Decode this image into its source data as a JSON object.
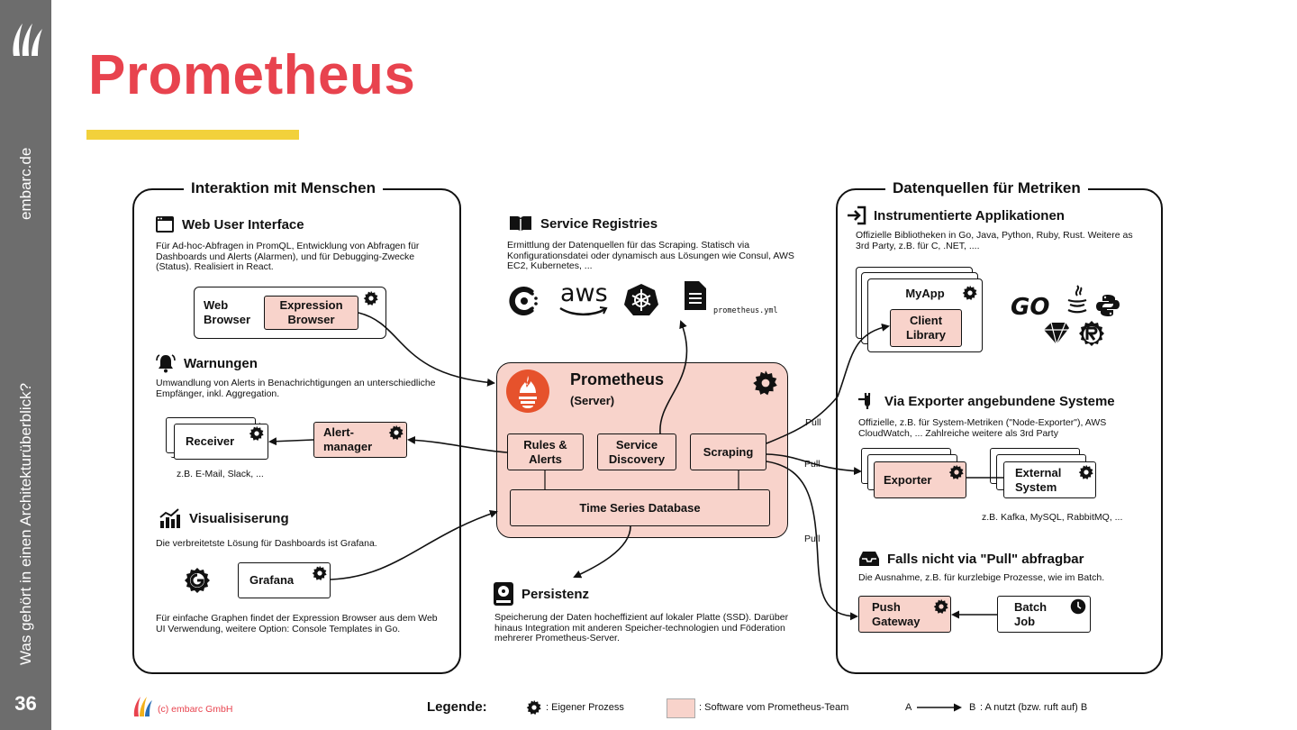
{
  "sidebar": {
    "site": "embarc.de",
    "chapter": "Was gehört in einen Architekturüberblick?",
    "page_number": "36"
  },
  "title": "Prometheus",
  "left_panel": {
    "title": "Interaktion mit Menschen",
    "web_ui": {
      "heading": "Web User Interface",
      "text": "Für Ad-hoc-Abfragen in PromQL, Entwicklung von Abfragen für Dashboards und Alerts (Alarmen), und für Debugging-Zwecke (Status). Realisiert in React.",
      "web_browser": "Web Browser",
      "expression_browser": "Expression Browser"
    },
    "warnings": {
      "heading": "Warnungen",
      "text": "Umwandlung von Alerts in Benachrichtigungen an unterschiedliche Empfänger, inkl. Aggregation.",
      "receiver": "Receiver",
      "alertmanager": "Alert-manager",
      "examples": "z.B. E-Mail, Slack, ..."
    },
    "visualization": {
      "heading": "Visualisiserung",
      "text": "Die verbreitetste Lösung für Dashboards ist Grafana.",
      "grafana": "Grafana",
      "footnote": "Für einfache Graphen findet der Expression Browser aus dem Web UI Verwendung, weitere Option: Console Templates in Go."
    }
  },
  "middle": {
    "registries": {
      "heading": "Service Registries",
      "text": "Ermittlung der Datenquellen für das Scraping. Statisch via Konfigurationsdatei oder dynamisch aus Lösungen wie Consul, AWS EC2, Kubernetes, ...",
      "aws": "aws",
      "config_file": "prometheus.yml"
    },
    "server": {
      "name": "Prometheus",
      "subtitle": "(Server)",
      "rules": "Rules & Alerts",
      "discovery": "Service Discovery",
      "scraping": "Scraping",
      "tsdb": "Time Series Database"
    },
    "persistence": {
      "heading": "Persistenz",
      "text": "Speicherung der Daten hocheffizient auf lokaler Platte (SSD). Darüber hinaus Integration mit anderen Speicher-technologien und Föderation mehrerer Prometheus-Server."
    },
    "pull_labels": [
      "Pull",
      "Pull",
      "Pull"
    ]
  },
  "right_panel": {
    "title": "Datenquellen für Metriken",
    "instrumented": {
      "heading": "Instrumentierte Applikationen",
      "text": "Offizielle Bibliotheken in Go, Java, Python, Ruby, Rust. Weitere as 3rd Party, z.B. für C, .NET, ....",
      "myapp": "MyApp",
      "client_library": "Client Library",
      "go_logo": "GO"
    },
    "exporter": {
      "heading": "Via Exporter angebundene Systeme",
      "text": "Offizielle, z.B. für System-Metriken (\"Node-Exporter\"), AWS CloudWatch, ... Zahlreiche weitere als 3rd Party",
      "exporter": "Exporter",
      "external": "External System",
      "examples": "z.B. Kafka, MySQL, RabbitMQ, ..."
    },
    "push": {
      "heading": "Falls nicht via \"Pull\" abfragbar",
      "text": "Die Ausnahme, z.B. für kurzlebige Prozesse, wie im Batch.",
      "push_gateway": "Push Gateway",
      "batch_job": "Batch Job"
    }
  },
  "footer": {
    "company": "(c) embarc GmbH",
    "legend_label": "Legende:",
    "own_process": ": Eigener Prozess",
    "team_software": ": Software vom Prometheus-Team",
    "arrow_a": "A",
    "arrow_b": "B",
    "arrow_text": ": A nutzt (bzw. ruft auf) B"
  },
  "colors": {
    "accent_red": "#e8434e",
    "title_bar_yellow": "#f2d13b",
    "pink_fill": "#f8d3cb",
    "sidebar_gray": "#6d6d6d"
  }
}
